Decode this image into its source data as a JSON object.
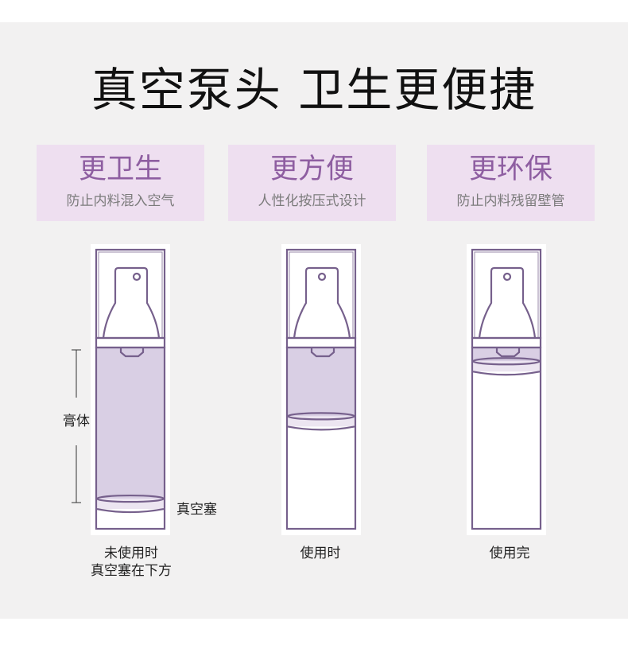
{
  "title": "真空泵头 卫生更便捷",
  "features": [
    {
      "heading": "更卫生",
      "desc": "防止内料混入空气"
    },
    {
      "heading": "更方便",
      "desc": "人性化按压式设计"
    },
    {
      "heading": "更环保",
      "desc": "防止内料残留壁管"
    }
  ],
  "bottles": [
    {
      "caption": [
        "未使用时",
        "真空塞在下方"
      ],
      "paste_level": 0.88
    },
    {
      "caption": [
        "使用时"
      ],
      "paste_level": 0.4
    },
    {
      "caption": [
        "使用完"
      ],
      "paste_level": 0.08
    }
  ],
  "annotations": {
    "paste": "膏体",
    "plug": "真空塞"
  },
  "colors": {
    "panel_bg": "#f2f1f1",
    "box_bg": "#eedff0",
    "heading": "#8e5ea1",
    "outline": "#76608c",
    "paste": "#d9cfe4",
    "piston": "#ece5f1"
  }
}
